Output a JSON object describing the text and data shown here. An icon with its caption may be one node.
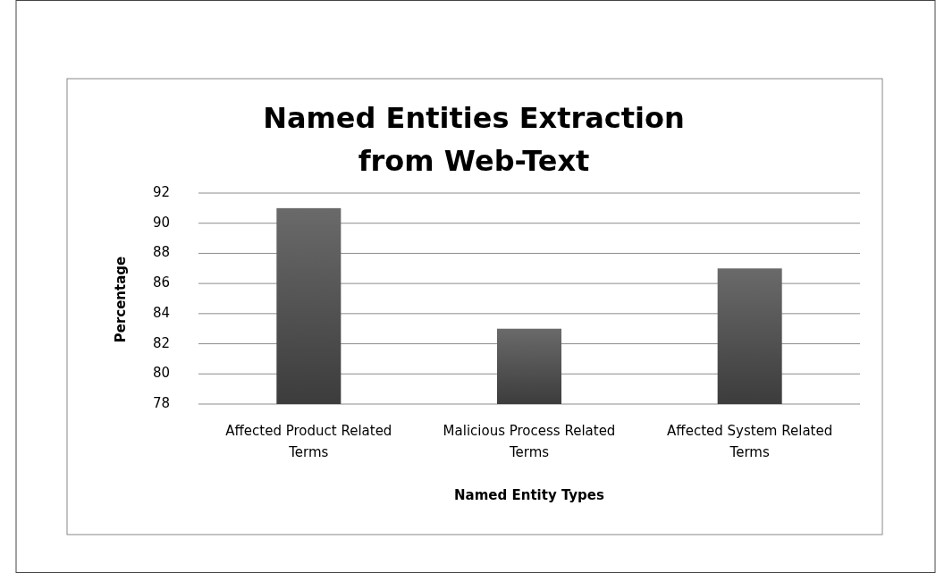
{
  "diagram": {
    "chart_data": {
      "type": "bar",
      "title": "Named Entities Extraction from Web-Text",
      "xlabel": "Named Entity Types",
      "ylabel": "Percentage",
      "categories": [
        "Affected Product Related Terms",
        "Malicious Process Related Terms",
        "Affected System Related Terms"
      ],
      "values": [
        91,
        83,
        87
      ],
      "grid": true,
      "ylim": [
        78,
        92
      ],
      "yticks": [
        78,
        80,
        82,
        84,
        86,
        88,
        90,
        92
      ]
    }
  }
}
